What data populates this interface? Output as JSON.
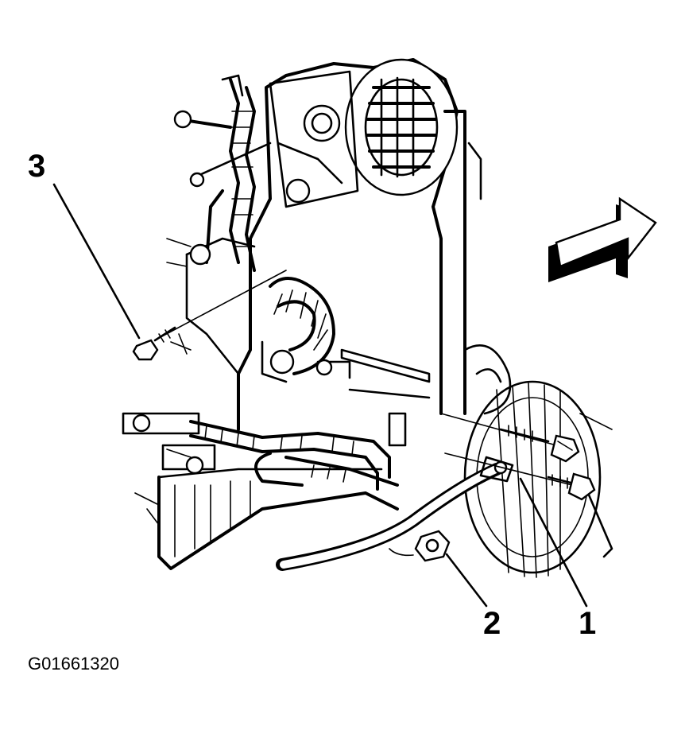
{
  "callouts": {
    "one": "1",
    "two": "2",
    "three": "3"
  },
  "figure_id": "G01661320",
  "icons": {
    "direction_arrow": "front-direction-arrow-icon"
  }
}
